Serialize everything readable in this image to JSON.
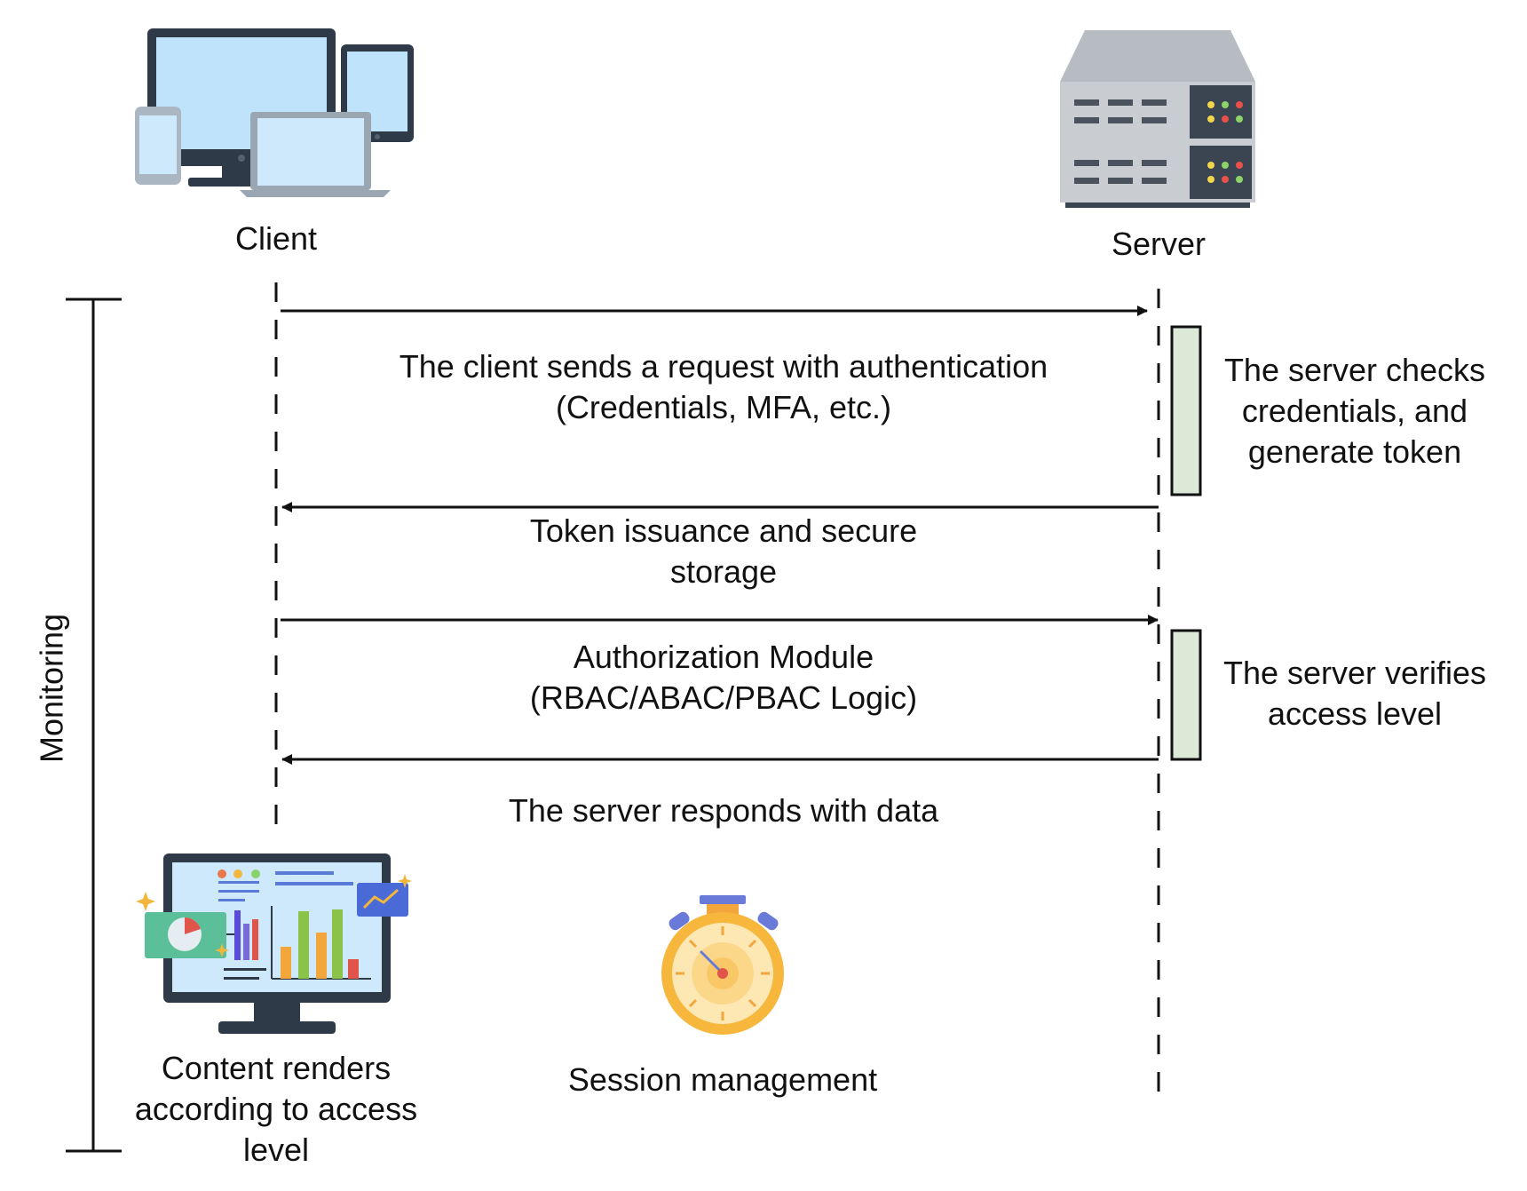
{
  "participants": {
    "client": {
      "label": "Client",
      "icon": "client-devices-icon"
    },
    "server": {
      "label": "Server",
      "icon": "server-rack-icon"
    }
  },
  "messages": [
    {
      "direction": "client-to-server",
      "label_line1": "The client sends a request with authentication",
      "label_line2": "(Credentials, MFA, etc.)"
    },
    {
      "direction": "server-to-client",
      "label_line1": "Token issuance and secure",
      "label_line2": "storage"
    },
    {
      "direction": "client-to-server",
      "label_line1": "Authorization Module",
      "label_line2": "(RBAC/ABAC/PBAC Logic)"
    },
    {
      "direction": "server-to-client",
      "label_line1": "The server responds with data"
    }
  ],
  "activations": [
    {
      "note_line1": "The server checks",
      "note_line2": "credentials, and",
      "note_line3": "generate token"
    },
    {
      "note_line1": "The server verifies",
      "note_line2": "access level"
    }
  ],
  "monitoring": {
    "label": "Monitoring"
  },
  "bottom": {
    "content_render": {
      "line1": "Content renders",
      "line2": "according to access",
      "line3": "level",
      "icon": "dashboard-monitor-icon"
    },
    "session": {
      "label": "Session management",
      "icon": "stopwatch-icon"
    }
  },
  "colors": {
    "line": "#111111",
    "activation_fill": "#dbe9d6",
    "screen_blue": "#bfe3fb",
    "device_dark": "#2f3a48",
    "server_gray": "#b7bcc2",
    "stopwatch_orange": "#f6b73c"
  }
}
